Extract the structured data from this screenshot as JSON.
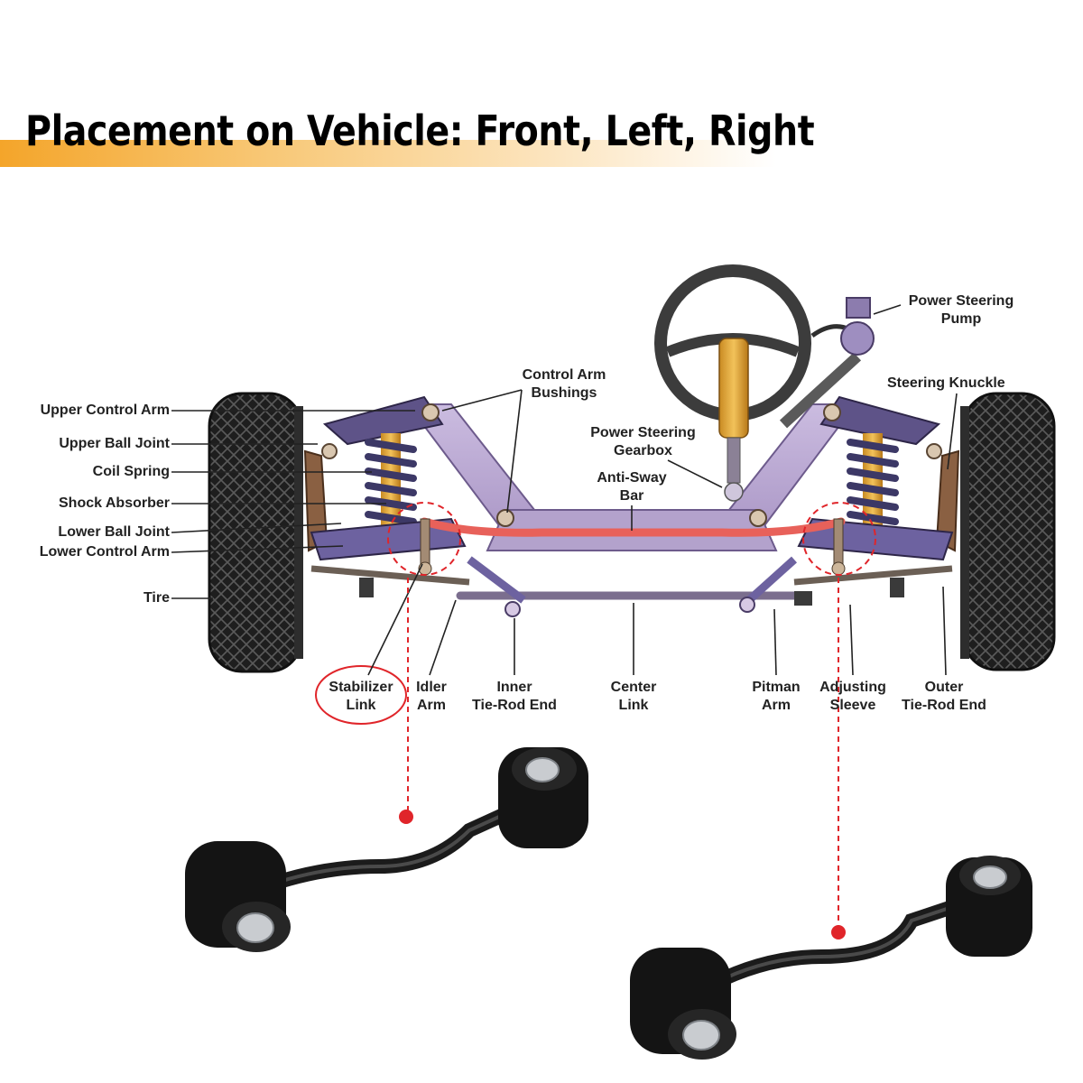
{
  "title": "Placement on Vehicle: Front, Left, Right",
  "labels": {
    "upper_control_arm": "Upper Control Arm",
    "upper_ball_joint": "Upper Ball Joint",
    "coil_spring": "Coil Spring",
    "shock_absorber": "Shock Absorber",
    "lower_ball_joint": "Lower Ball Joint",
    "lower_control_arm": "Lower Control Arm",
    "tire": "Tire",
    "control_arm_bushings_1": "Control Arm",
    "control_arm_bushings_2": "Bushings",
    "power_steering_gearbox_1": "Power Steering",
    "power_steering_gearbox_2": "Gearbox",
    "anti_sway_bar_1": "Anti-Sway",
    "anti_sway_bar_2": "Bar",
    "power_steering_pump_1": "Power Steering",
    "power_steering_pump_2": "Pump",
    "steering_knuckle": "Steering Knuckle",
    "stabilizer_link_1": "Stabilizer",
    "stabilizer_link_2": "Link",
    "idler_arm_1": "Idler",
    "idler_arm_2": "Arm",
    "inner_tie_rod_end_1": "Inner",
    "inner_tie_rod_end_2": "Tie-Rod End",
    "center_link_1": "Center",
    "center_link_2": "Link",
    "pitman_arm_1": "Pitman",
    "pitman_arm_2": "Arm",
    "adjusting_sleeve_1": "Adjusting",
    "adjusting_sleeve_2": "Sleeve",
    "outer_tie_rod_end_1": "Outer",
    "outer_tie_rod_end_2": "Tie-Rod End"
  },
  "colors": {
    "title_band": "#f4a52a",
    "highlight": "#e0252a",
    "frame": "#b8a6cf",
    "tire": "#1e1e1e",
    "link_part": "#141414"
  }
}
